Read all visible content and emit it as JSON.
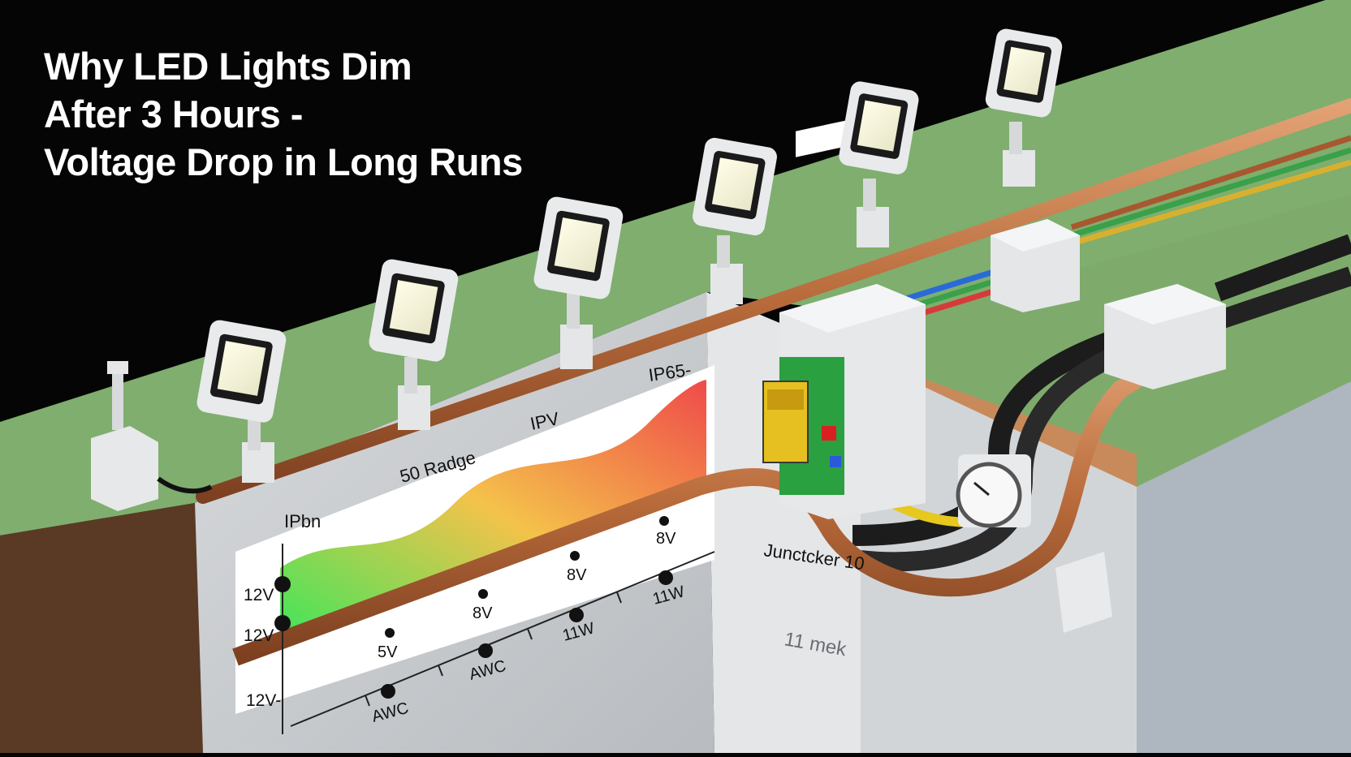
{
  "title": {
    "line1": "Why LED Lights Dim",
    "line2": "After 3 Hours -",
    "line3": "Voltage Drop in Long Runs"
  },
  "panel_labels": {
    "top_left": "IPbn",
    "range": "50 Radge",
    "mid": "IPV",
    "top_right": "IP65-"
  },
  "graph_labels": {
    "l12v_a": "12V",
    "l12v_b": "12V",
    "l12v_c": "12V-",
    "l5v": "5V",
    "l8v_a": "8V",
    "l8v_b": "8V",
    "l8v_c": "8V",
    "l11w_a": "11W",
    "l11w_b": "11W",
    "awc_a": "AWC",
    "awc_b": "AWC"
  },
  "junction_label": "Junctcker 10",
  "wall_label": "11 mek",
  "colors": {
    "grass": "#7fae6e",
    "copper": "#b86a3a",
    "gradient_start": "#3ee65a",
    "gradient_mid": "#f4c24a",
    "gradient_end": "#ef4a4a"
  }
}
